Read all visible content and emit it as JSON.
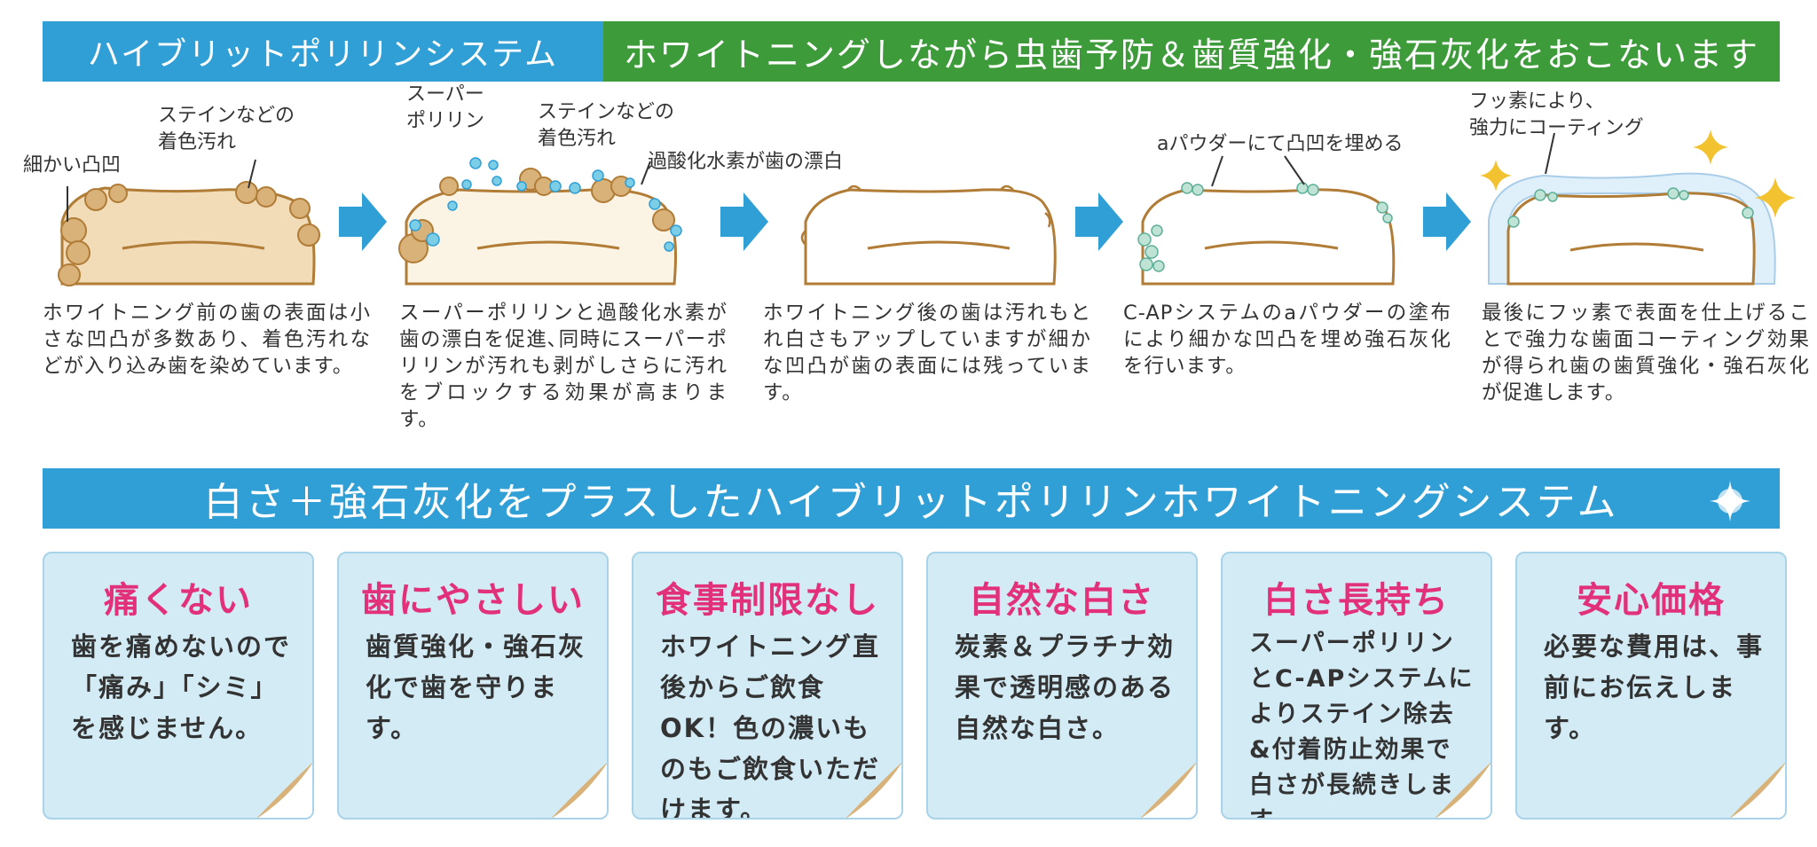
{
  "header": {
    "left_title": "ハイブリットポリリンシステム",
    "right_title": "ホワイトニングしながら虫歯予防＆歯質強化・強石灰化をおこないます"
  },
  "steps": [
    {
      "callouts": [
        "細かい凸凹",
        "ステインなどの\n着色汚れ"
      ],
      "description": "ホワイトニング前の歯の表面は小さな凹凸が多数あり、着色汚れなどが入り込み歯を染めています。"
    },
    {
      "callouts": [
        "スーパー\nポリリン",
        "ステインなどの\n着色汚れ",
        "過酸化水素が歯の漂白"
      ],
      "description": "スーパーポリリンと過酸化水素が歯の漂白を促進､同時にスーパーポリリンが汚れも剥がしさらに汚れをブロックする効果が高まります。"
    },
    {
      "callouts": [],
      "description": "ホワイトニング後の歯は汚れもとれ白さもアップしていますが細かな凹凸が歯の表面には残っています。"
    },
    {
      "callouts": [
        "aパウダーにて凸凹を埋める"
      ],
      "description": "C-APシステムのaパウダーの塗布により細かな凹凸を埋め強石灰化を行います。"
    },
    {
      "callouts": [
        "フッ素により、\n強力にコーティング"
      ],
      "description": "最後にフッ素で表面を仕上げることで強力な歯面コーティング効果が得られ歯の歯質強化・強石灰化が促進します。"
    }
  ],
  "mid_banner": "白さ＋強石灰化をプラスしたハイブリットポリリンホワイトニングシステム",
  "cards": [
    {
      "title": "痛くない",
      "body": "歯を痛めないので「痛み」「シミ」を感じません。"
    },
    {
      "title": "歯にやさしい",
      "body": "歯質強化・強石灰化で歯を守ります。"
    },
    {
      "title": "食事制限なし",
      "body": "ホワイトニング直後からご飲食OK！色の濃いものもご飲食いただけます。"
    },
    {
      "title": "自然な白さ",
      "body": "炭素＆プラチナ効果で透明感のある自然な白さ。"
    },
    {
      "title": "白さ長持ち",
      "body": "スーパーポリリンとC-APシステムによりステイン除去&付着防止効果で白さが長続きします。"
    },
    {
      "title": "安心価格",
      "body": "必要な費用は、事前にお伝えします。"
    }
  ],
  "colors": {
    "blue_banner": "#2f9fd6",
    "green_banner": "#3e9b3a",
    "card_bg": "#d3ebf5",
    "card_title": "#e2307a",
    "tooth_stain": "#d9b27a"
  }
}
